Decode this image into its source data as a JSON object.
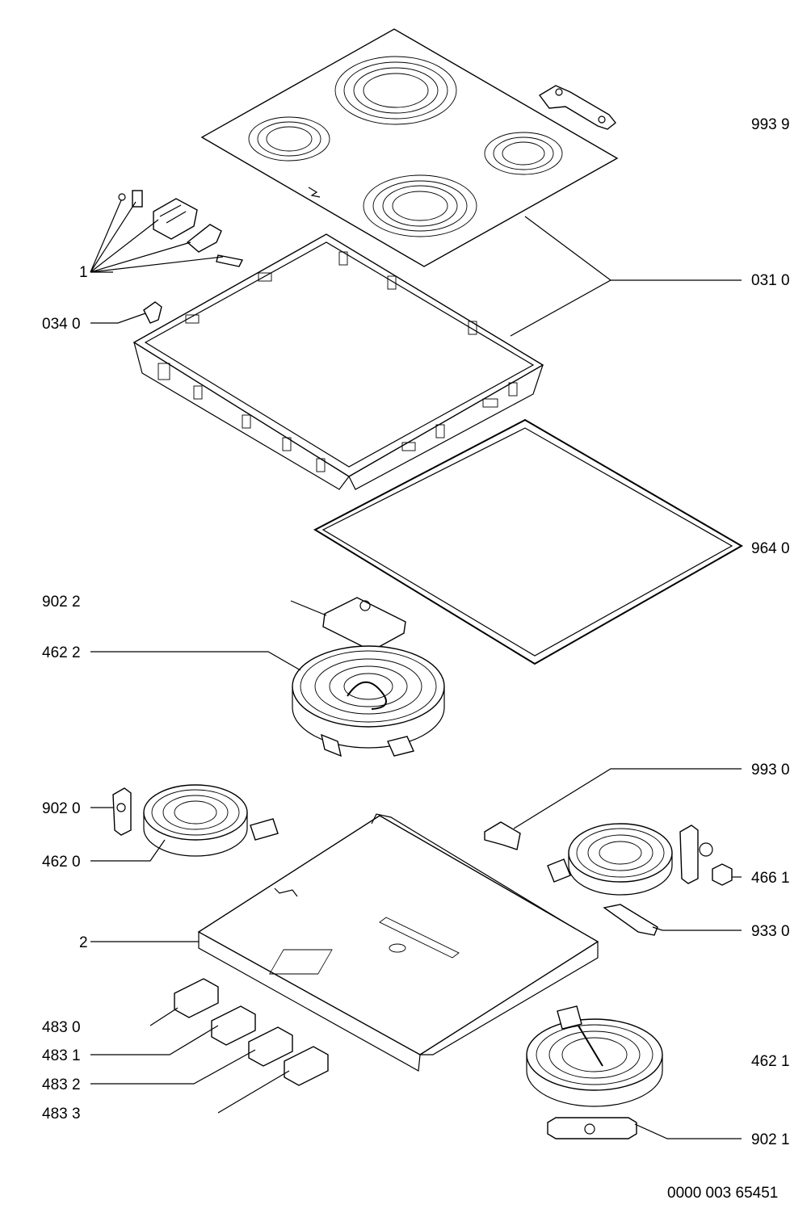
{
  "diagram": {
    "callouts": [
      {
        "id": "c9939",
        "label": "993 9"
      },
      {
        "id": "c1",
        "label": "1"
      },
      {
        "id": "c0310",
        "label": "031 0"
      },
      {
        "id": "c0340",
        "label": "034 0"
      },
      {
        "id": "c9640",
        "label": "964 0"
      },
      {
        "id": "c9022",
        "label": "902 2"
      },
      {
        "id": "c4622",
        "label": "462 2"
      },
      {
        "id": "c9930",
        "label": "993 0"
      },
      {
        "id": "c9020",
        "label": "902 0"
      },
      {
        "id": "c4661",
        "label": "466 1"
      },
      {
        "id": "c4620",
        "label": "462 0"
      },
      {
        "id": "c9330",
        "label": "933 0"
      },
      {
        "id": "c2",
        "label": "2"
      },
      {
        "id": "c4830",
        "label": "483 0"
      },
      {
        "id": "c4831",
        "label": "483 1"
      },
      {
        "id": "c4621",
        "label": "462 1"
      },
      {
        "id": "c4832",
        "label": "483 2"
      },
      {
        "id": "c4833",
        "label": "483 3"
      },
      {
        "id": "c9021",
        "label": "902 1"
      }
    ],
    "document_number": "0000 003 65451"
  }
}
